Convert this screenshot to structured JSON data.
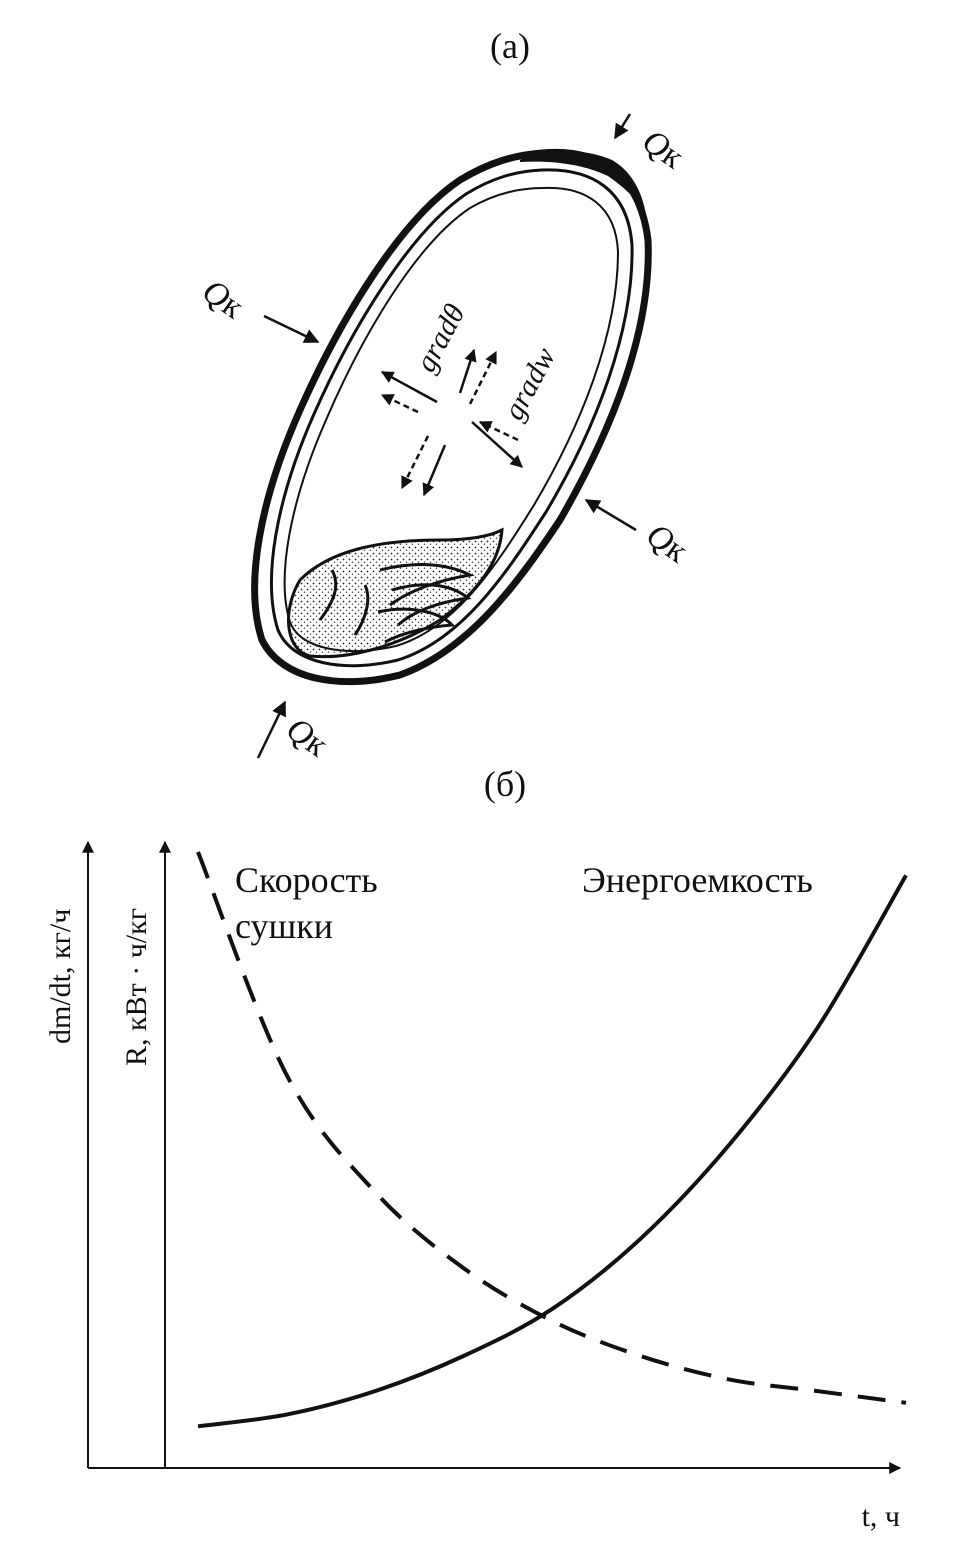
{
  "panel_a": {
    "label": "(а)",
    "heat_label_main": "Q",
    "heat_label_sub": "к",
    "grad_theta": "gradθ",
    "grad_w": "gradw"
  },
  "panel_b": {
    "label": "(б)",
    "y_axis_outer_label": "dm/dt, кг/ч",
    "y_axis_inner_label": "R, кВт · ч/кг",
    "x_axis_label": "t, ч",
    "drying_rate_label_line1": "Скорость",
    "drying_rate_label_line2": "сушки",
    "energy_label": "Энергоемкость"
  },
  "chart_data": {
    "type": "line",
    "x_label": "t, ч",
    "y_labels": [
      "dm/dt, кг/ч",
      "R, кВт · ч/кг"
    ],
    "series": [
      {
        "name": "Скорость сушки",
        "style": "dashed",
        "trend": "decreasing",
        "values": [
          1.0,
          0.62,
          0.42,
          0.29,
          0.2,
          0.14,
          0.1,
          0.08,
          0.06
        ]
      },
      {
        "name": "Энергоемкость",
        "style": "solid",
        "trend": "increasing",
        "values": [
          0.02,
          0.04,
          0.08,
          0.14,
          0.22,
          0.34,
          0.5,
          0.7,
          0.96
        ]
      }
    ]
  }
}
